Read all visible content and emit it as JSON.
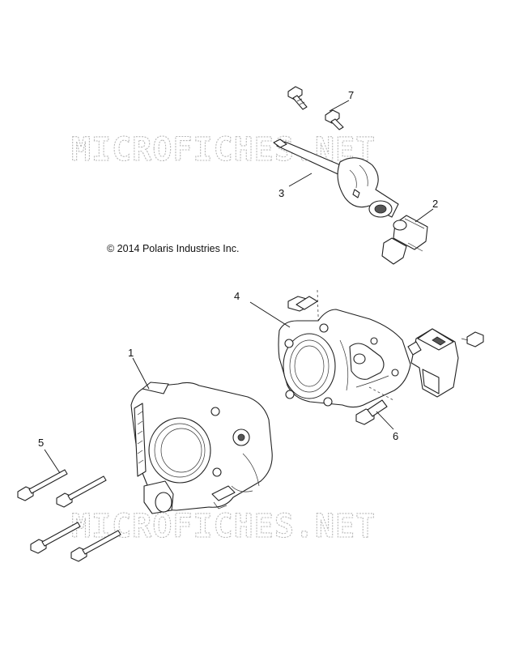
{
  "copyright": "© 2014 Polaris Industries Inc.",
  "watermark_top": "MICROFICHES.NET",
  "watermark_bottom": "MICROFICHES.NET",
  "callouts": {
    "c1": "1",
    "c2": "2",
    "c3": "3",
    "c4": "4",
    "c5": "5",
    "c6": "6",
    "c7": "7"
  }
}
